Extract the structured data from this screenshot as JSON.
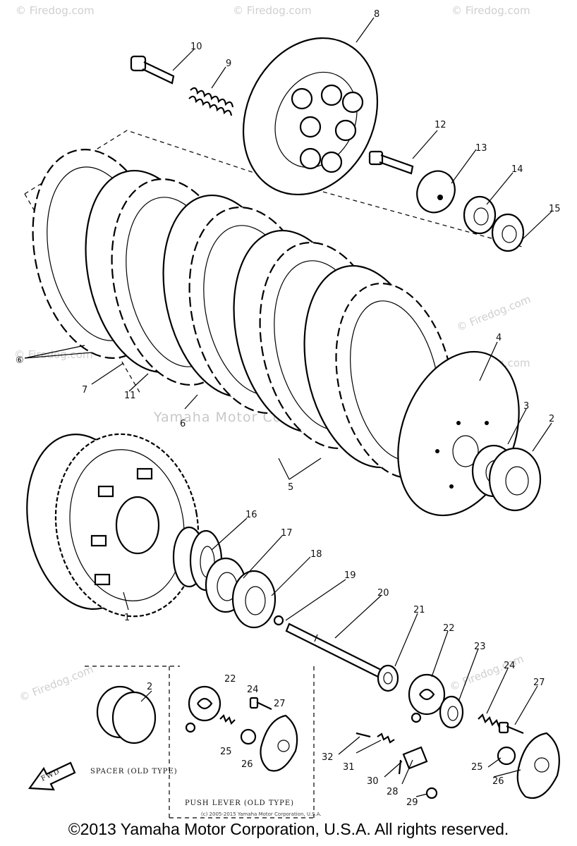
{
  "watermarks": {
    "brand": "© Firedog.com",
    "center": "Yamaha Motor Corp., U.S.A."
  },
  "parts": [
    {
      "number": "1"
    },
    {
      "number": "2"
    },
    {
      "number": "3"
    },
    {
      "number": "4"
    },
    {
      "number": "5"
    },
    {
      "number": "6"
    },
    {
      "number": "7"
    },
    {
      "number": "8"
    },
    {
      "number": "9"
    },
    {
      "number": "10"
    },
    {
      "number": "11"
    },
    {
      "number": "12"
    },
    {
      "number": "13"
    },
    {
      "number": "14"
    },
    {
      "number": "15"
    },
    {
      "number": "16"
    },
    {
      "number": "17"
    },
    {
      "number": "18"
    },
    {
      "number": "19"
    },
    {
      "number": "20"
    },
    {
      "number": "21"
    },
    {
      "number": "22"
    },
    {
      "number": "23"
    },
    {
      "number": "24"
    },
    {
      "number": "25"
    },
    {
      "number": "26"
    },
    {
      "number": "27"
    },
    {
      "number": "28"
    },
    {
      "number": "29"
    },
    {
      "number": "30"
    },
    {
      "number": "31"
    },
    {
      "number": "32"
    }
  ],
  "inset_labels": {
    "part_2": "2",
    "part_22": "22",
    "part_24": "24",
    "part_25": "25",
    "part_26": "26",
    "part_27": "27"
  },
  "marker": "⑥",
  "captions": {
    "spacer": "SPACER (OLD TYPE)",
    "push_lever": "PUSH LEVER (OLD TYPE)",
    "direction": "FWD"
  },
  "small_copyright": "(c) 2005-2015 Yamaha Motor Corporation, U.S.A.",
  "copyright": "©2013 Yamaha Motor Corporation, U.S.A. All rights reserved."
}
